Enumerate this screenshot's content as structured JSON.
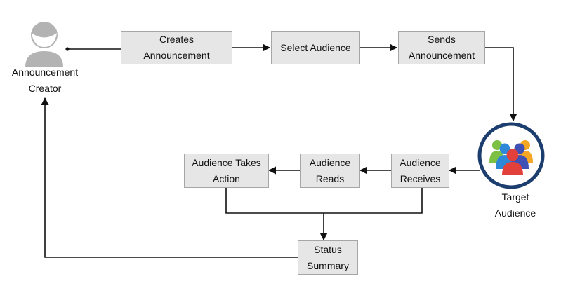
{
  "actors": {
    "creator": {
      "lines": [
        "Announcement",
        "Creator"
      ],
      "icon": "user-icon",
      "color": "#b3b3b3"
    },
    "target": {
      "lines": [
        "Target",
        "Audience"
      ],
      "icon": "group-icon",
      "ring_color": "#1c3e6e",
      "person_colors": [
        "#7cc143",
        "#2f87d8",
        "#f5a623",
        "#e2403a",
        "#3f51b5"
      ]
    }
  },
  "steps": {
    "creates": [
      "Creates",
      "Announcement"
    ],
    "select": [
      "Select Audience"
    ],
    "sends": [
      "Sends",
      "Announcement"
    ],
    "receives": [
      "Audience",
      "Receives"
    ],
    "reads": [
      "Audience",
      "Reads"
    ],
    "takes_action": [
      "Audience Takes",
      "Action"
    ],
    "status": [
      "Status",
      "Summary"
    ]
  },
  "colors": {
    "box_fill": "#e6e6e6",
    "box_border": "#a6a6a6",
    "connector": "#111111"
  }
}
